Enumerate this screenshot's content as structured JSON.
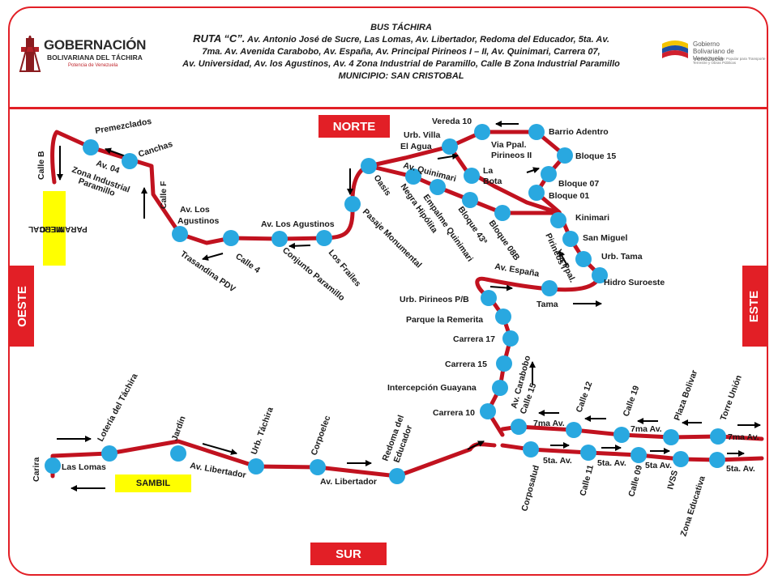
{
  "header": {
    "line1": "BUS TÁCHIRA",
    "route": "RUTA “C”.",
    "line2a": " Av. Antonio José de Sucre, Las Lomas, Av. Libertador, Redoma del Educador, 5ta. Av.",
    "line3": "7ma. Av. Avenida Carabobo, Av. España, Av. Principal Pirineos I – II, Av. Quinimari,  Carrera 07,",
    "line4": "Av. Universidad, Av. los Agustinos, Av. 4 Zona Industrial de Paramillo, Calle B Zona Industrial Paramillo",
    "line5": "MUNICIPIO: SAN CRISTOBAL"
  },
  "logo_left": {
    "main": "GOBERNACIÓN",
    "sub": "BOLIVARIANA DEL TÁCHIRA",
    "tiny": "Potencia de Venezuela"
  },
  "logo_right": {
    "t1": "Gobierno",
    "t2": "Bolivariano de Venezuela",
    "t3": "Ministerio del Poder Popular para Transporte Terrestre y Obras Públicas"
  },
  "directions": {
    "north": "NORTE",
    "south": "SUR",
    "west": "OESTE",
    "east": "ESTE"
  },
  "boxes": {
    "mercal_l1": "MERCAL",
    "mercal_l2": "PARAMILLO",
    "sambil": "SAMBIL"
  },
  "colors": {
    "route": "#c1121f",
    "stop": "#29a8e0",
    "accent": "#e21f26",
    "highlight": "#ffff00"
  },
  "map_labels": {
    "premezclados": "Premezclados",
    "canchas": "Canchas",
    "calle_b": "Calle B",
    "av04": "Av. 04",
    "zona_ind": "Zona Industrial",
    "paramillo": "Paramillo",
    "calle_f": "Calle F",
    "av_los": "Av. Los",
    "agustinos": "Agustinos",
    "calle4": "Calle 4",
    "trasandina": "Trasandina PDV",
    "av_los_agustinos": "Av. Los Agustinos",
    "conjunto": "Conjunto Paramillo",
    "los_frailes": "Los Frailes",
    "pasaje": "Pasaje Monumental",
    "oasis": "Oasis",
    "negra": "Negra Hipólita",
    "empalme": "Empalme Quinimari",
    "bloque43": "Bloque 43ª",
    "bloque08b": "Bloque 08B",
    "av_quinimari": "Av. Quinimari",
    "urb_villa": "Urb. Villa",
    "el_agua": "El Agua",
    "vereda10": "Vereda 10",
    "via_ppal": "Via Ppal.",
    "pirineos_ii": "Pirineos II",
    "la": "La",
    "bota": "Bota",
    "barrio_adentro": "Barrio Adentro",
    "bloque15": "Bloque 15",
    "bloque07": "Bloque 07",
    "bloque01": "Bloque 01",
    "kinimari": "Kinimari",
    "san_miguel": "San Miguel",
    "via_ppal_pir": "Via Ppal.",
    "pirineos_i": "Pirineos I",
    "urb_tama": "Urb. Tama",
    "hidro": "Hidro Suroeste",
    "av_espana": "Av. España",
    "tama": "Tama",
    "urb_pirineos": "Urb. Pirineos P/B",
    "parque": "Parque la Remerita",
    "carrera17": "Carrera 17",
    "carrera15": "Carrera 15",
    "interc": "Intercepción Guayana",
    "carrera10": "Carrera 10",
    "av_carabobo": "Av. Carabobo",
    "calle15": "Calle 15",
    "calle12": "Calle 12",
    "calle19": "Calle 19",
    "plaza": "Plaza Bolivar",
    "torre": "Torre Unión",
    "septima_a": "7ma Av.",
    "septima_b": "7ma Av.",
    "septima_c": "7ma Av.",
    "corposalud": "Corposalud",
    "quinta_a": "5ta. Av.",
    "calle11": "Calle 11",
    "quinta_b": "5ta. Av.",
    "calle09": "Calle 09",
    "quinta_c": "5ta Av.",
    "ivss": "IVSS",
    "zona_edu": "Zona Educativa",
    "quinta_d": "5ta. Av.",
    "carira": "Carira",
    "las_lomas": "Las Lomas",
    "loteria": "Lotería del Táchira",
    "jardin": "Jardín",
    "urb_tachira": "Urb. Táchira",
    "corpoelec": "Corpoelec",
    "redoma": "Redoma del",
    "educador": "Educador",
    "av_lib_a": "Av. Libertador",
    "av_lib_b": "Av. Libertador"
  }
}
